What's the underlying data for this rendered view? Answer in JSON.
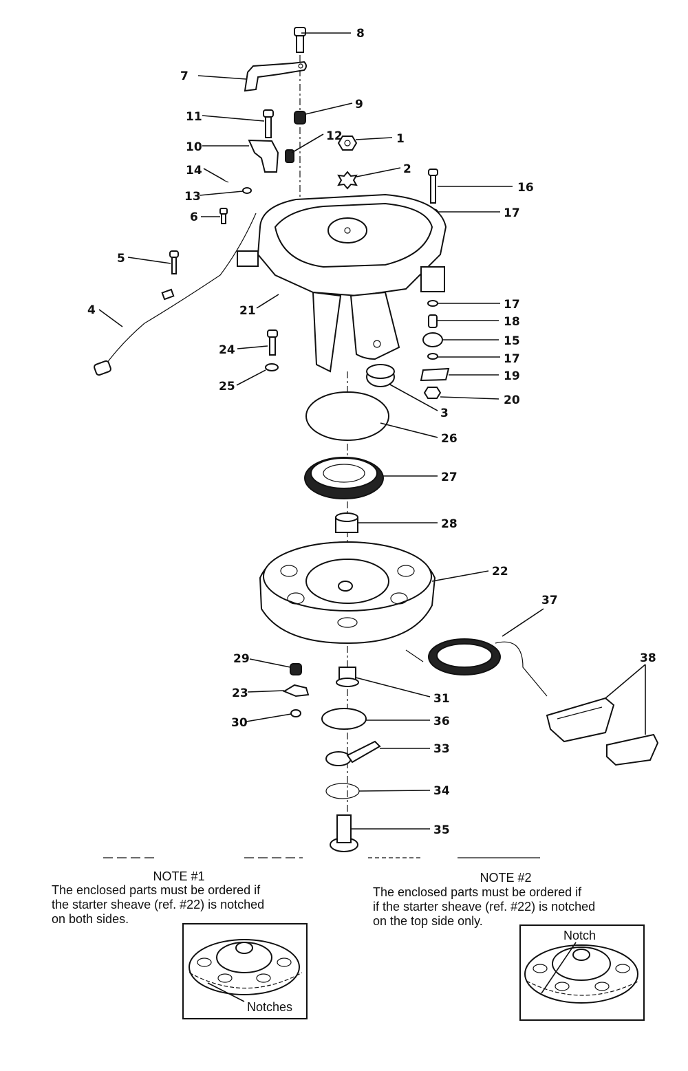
{
  "callouts": [
    "1",
    "2",
    "3",
    "4",
    "5",
    "6",
    "7",
    "8",
    "9",
    "10",
    "11",
    "12",
    "13",
    "14",
    "15",
    "16",
    "17",
    "18",
    "19",
    "20",
    "21",
    "22",
    "23",
    "24",
    "25",
    "26",
    "27",
    "28",
    "29",
    "30",
    "31",
    "33",
    "34",
    "35",
    "36",
    "37",
    "38"
  ],
  "note1": {
    "title": "NOTE #1",
    "line1": "The enclosed parts must be ordered if",
    "line2": "the starter sheave (ref. #22) is notched",
    "line3": "on both sides.",
    "inset_label": "Notches"
  },
  "note2": {
    "title": "NOTE #2",
    "line1": "The enclosed parts must be ordered if",
    "line2": "if the starter sheave (ref. #22) is notched",
    "line3": "on the top side only.",
    "inset_label": "Notch"
  }
}
